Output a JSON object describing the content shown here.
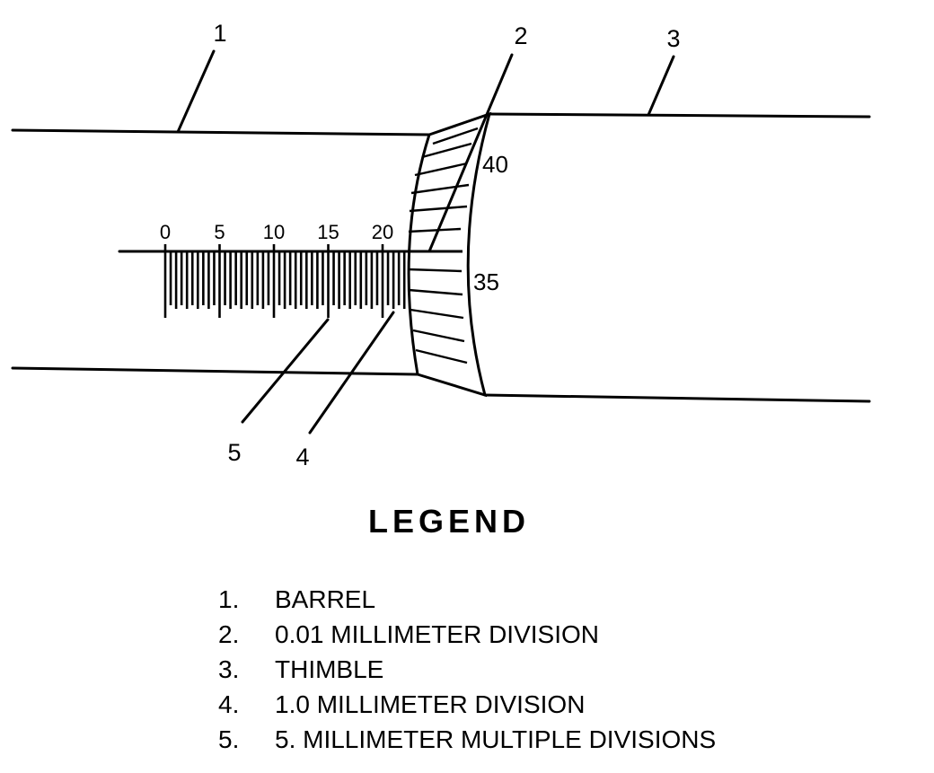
{
  "callouts": [
    "1",
    "2",
    "3",
    "4",
    "5"
  ],
  "sleeve_scale": {
    "labels": [
      "0",
      "5",
      "10",
      "15",
      "20"
    ],
    "main_divisions": 22
  },
  "thimble_scale": {
    "labels": [
      "40",
      "35"
    ]
  },
  "legend": {
    "title": "LEGEND",
    "items": [
      {
        "num": "1.",
        "label": "BARREL"
      },
      {
        "num": "2.",
        "label": "0.01 MILLIMETER DIVISION"
      },
      {
        "num": "3.",
        "label": "THIMBLE"
      },
      {
        "num": "4.",
        "label": "1.0 MILLIMETER DIVISION"
      },
      {
        "num": "5.",
        "label": "5. MILLIMETER MULTIPLE DIVISIONS"
      }
    ]
  },
  "colors": {
    "ink": "#000000",
    "paper": "#ffffff"
  }
}
